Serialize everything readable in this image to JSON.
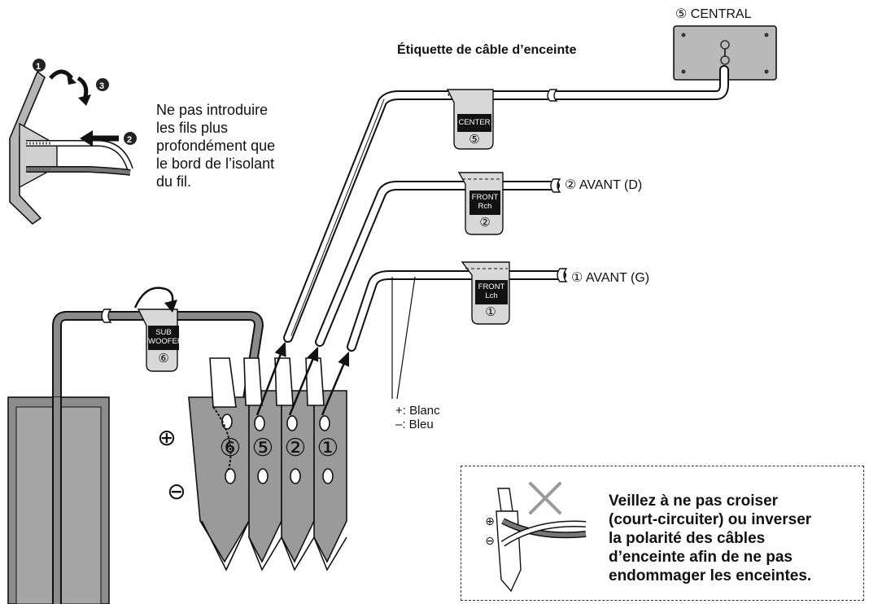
{
  "labels": {
    "speaker_cable_label": "Étiquette de câble d’enceinte",
    "center": "⑤ CENTRAL",
    "front_right": "② AVANT (D)",
    "front_left": "① AVANT (G)",
    "polarity_plus": "+: Blanc",
    "polarity_minus": "–: Bleu",
    "plus_sign": "⊕",
    "minus_sign": "⊖"
  },
  "instruction": {
    "steps": [
      "1",
      "2",
      "3"
    ],
    "lines": [
      "Ne pas introduire",
      "les fils plus",
      "profondément que",
      "le bord de l’isolant",
      "du fil."
    ]
  },
  "tags": {
    "center": {
      "line1": "CENTER",
      "number": "⑤"
    },
    "front_r": {
      "line1": "FRONT",
      "line2": "Rch",
      "number": "②"
    },
    "front_l": {
      "line1": "FRONT",
      "line2": "Lch",
      "number": "①"
    },
    "sub": {
      "line1": "SUB",
      "line2": "WOOFER",
      "number": "⑥"
    }
  },
  "terminals": [
    "⑥",
    "⑤",
    "②",
    "①"
  ],
  "warning": {
    "lines": [
      "Veillez à ne pas croiser",
      "(court-circuiter) ou inverser",
      "la polarité des câbles",
      "d’enceinte afin de ne pas",
      "endommager les enceintes."
    ]
  },
  "colors": {
    "line": "#1a1a1a",
    "cable_fill": "#ffffff",
    "tag_fill": "#d8d8d8",
    "tag_label_fill": "#111111",
    "terminal_fill": "#9a9a9a",
    "speaker_fill": "#8c8c8c",
    "center_box_fill": "#b9b9b9",
    "cross_color": "#9a9a9a"
  }
}
